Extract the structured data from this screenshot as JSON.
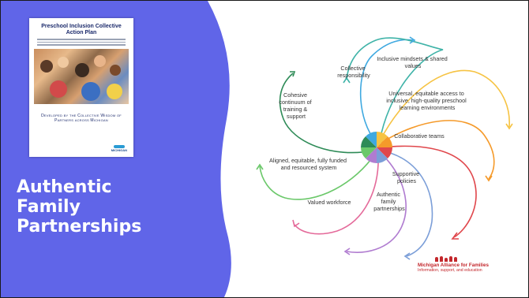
{
  "slide": {
    "heading": "Authentic\nFamily\nPartnerships",
    "panel_color": "#6065e8"
  },
  "cover": {
    "title": "Preschool Inclusion Collective Action Plan",
    "subtitle_line1": "Developed by the Collective Wisdom of",
    "subtitle_line2": "Partners across Michigan",
    "logo_text": "MICHIGAN"
  },
  "diagram": {
    "labels": {
      "collective_responsibility": [
        "Collective",
        "responsibility"
      ],
      "inclusive_mindsets": [
        "Inclusive mindsets & shared",
        "values"
      ],
      "universal_access": [
        "Universal, equitable access to",
        "inclusive, high-quality preschool",
        "learning environments"
      ],
      "collaborative_teams": [
        "Collaborative teams"
      ],
      "supportive_policies": [
        "Supportive",
        "policies"
      ],
      "authentic_partnerships": [
        "Authentic",
        "family",
        "partnerships"
      ],
      "valued_workforce": [
        "Valued workforce"
      ],
      "aligned_system": [
        "Aligned, equitable, fully funded",
        "and resourced system"
      ],
      "cohesive_continuum": [
        "Cohesive",
        "continuum of",
        "training &",
        "support"
      ]
    },
    "colors": [
      "#3fa9e0",
      "#f6c343",
      "#f59a2a",
      "#e0474c",
      "#7b9ed8",
      "#b07cd0",
      "#e46a9a",
      "#6bc86a",
      "#2e8b57"
    ]
  },
  "footer": {
    "org_name": "Michigan Alliance for Families",
    "tagline": "Information, support, and education"
  }
}
